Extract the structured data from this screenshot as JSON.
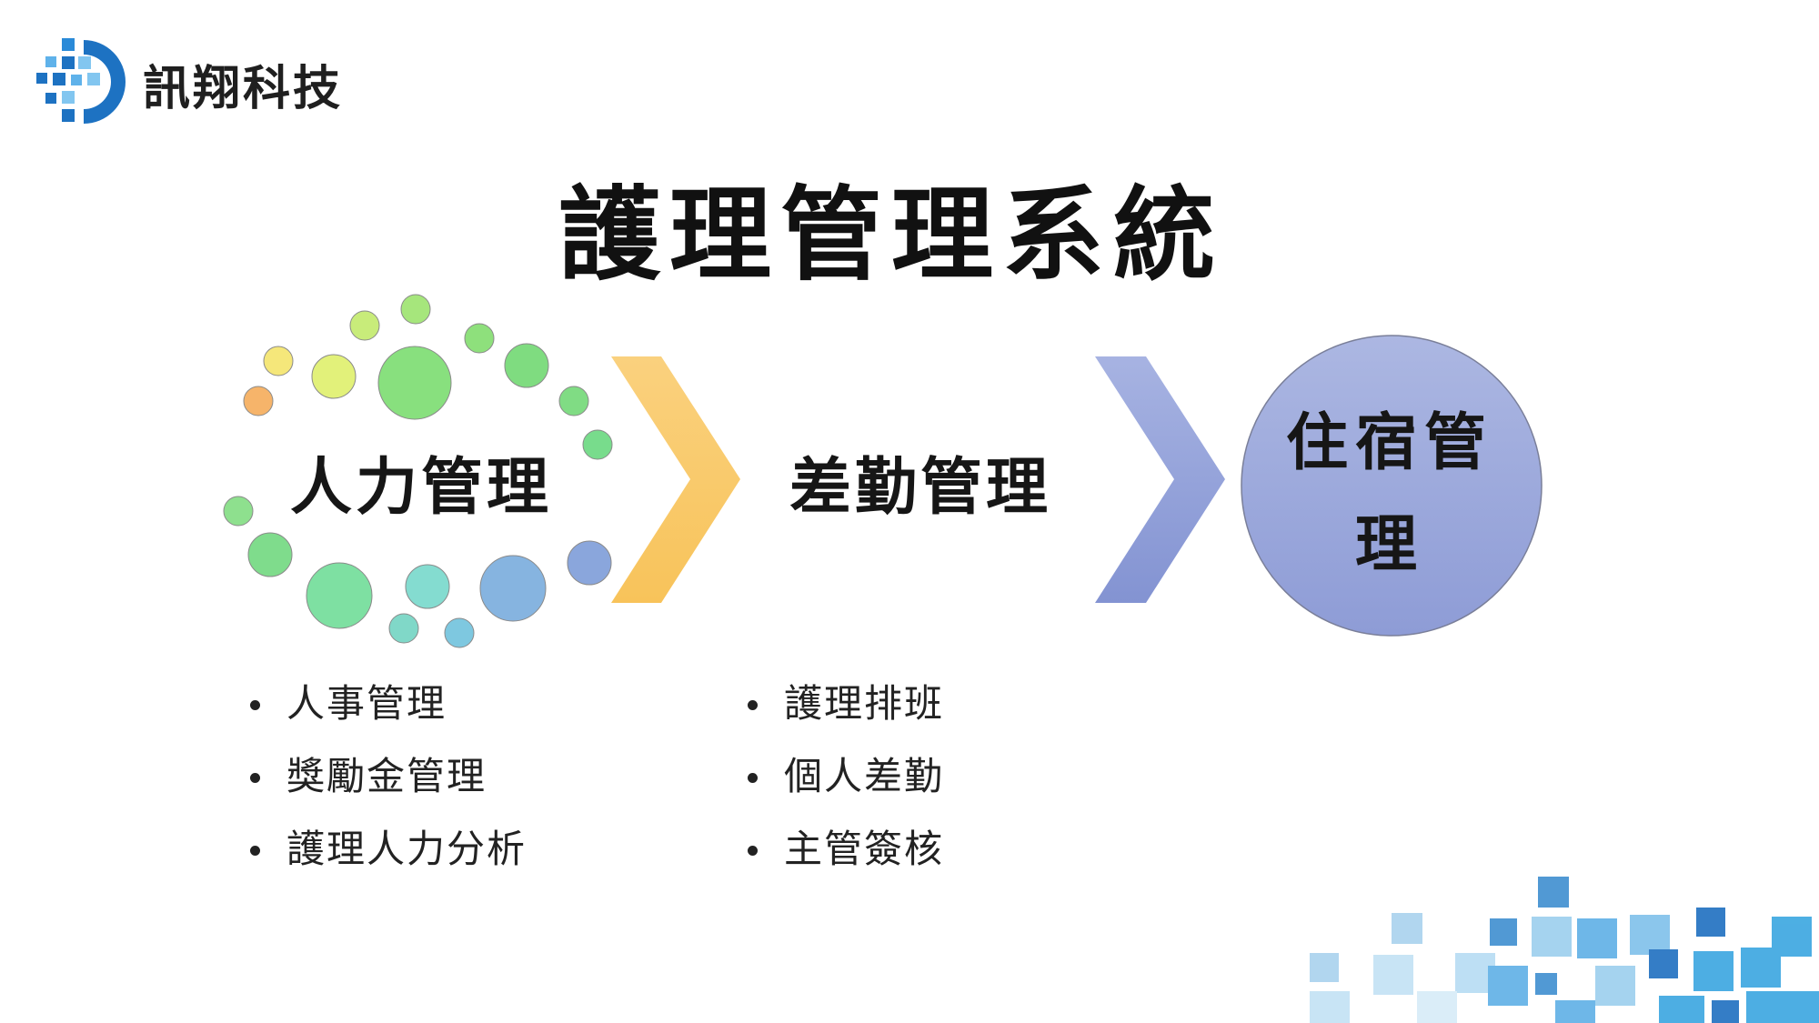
{
  "brand": {
    "name": "訊翔科技"
  },
  "title": "護理管理系統",
  "diagram": {
    "stages": [
      {
        "label": "人力管理"
      },
      {
        "label": "差勤管理"
      },
      {
        "label": "住宿管理"
      }
    ]
  },
  "lists": {
    "hr": [
      "人事管理",
      "獎勵金管理",
      "護理人力分析"
    ],
    "attendance": [
      "護理排班",
      "個人差勤",
      "主管簽核"
    ]
  },
  "colors": {
    "arrow1": "#f9c968",
    "arrow2": "#8fa0d8",
    "circle": "#a2aedd",
    "brand_blue": "#1d72c2"
  }
}
